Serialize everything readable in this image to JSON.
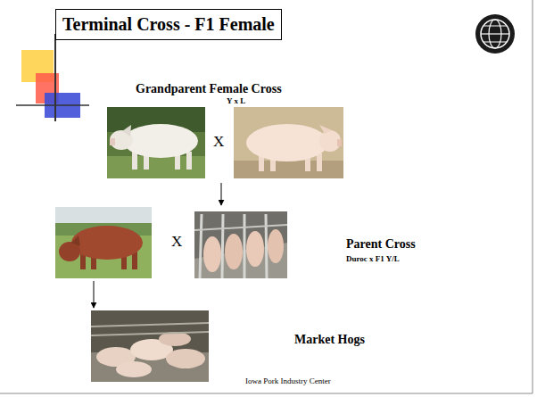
{
  "diagram": {
    "title": "Terminal Cross - F1 Female",
    "nodes": [
      {
        "text": [
          "Grandparent Female Cross",
          "Y x L"
        ]
      },
      {
        "text": [
          "Parent Cross",
          "Duroc x F1 Y/L"
        ]
      },
      {
        "text": [
          "Market Hogs"
        ]
      }
    ],
    "edges": [
      {
        "from": 0,
        "to": 1,
        "arrow": "to"
      },
      {
        "from": 1,
        "to": 2,
        "arrow": "to"
      }
    ],
    "labels": [
      "X",
      "X",
      "Iowa Pork Industry Center"
    ]
  }
}
